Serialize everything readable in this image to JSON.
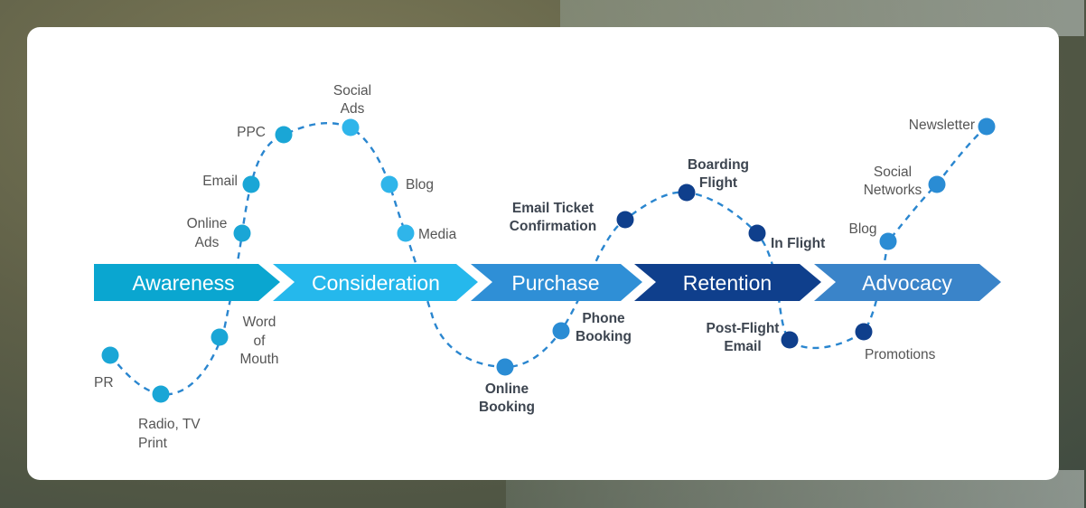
{
  "stages": [
    {
      "label": "Awareness",
      "color": "#0aa6d0"
    },
    {
      "label": "Consideration",
      "color": "#25b8ec"
    },
    {
      "label": "Purchase",
      "color": "#2f8fd6"
    },
    {
      "label": "Retention",
      "color": "#0f3f8c"
    },
    {
      "label": "Advocacy",
      "color": "#3a84c9"
    }
  ],
  "touchpoints": {
    "pr": "PR",
    "radio_line1": "Radio, TV",
    "radio_line2": "Print",
    "wom_line1": "Word",
    "wom_line2": "of",
    "wom_line3": "Mouth",
    "online_ads_line1": "Online",
    "online_ads_line2": "Ads",
    "email": "Email",
    "ppc": "PPC",
    "social_ads_line1": "Social",
    "social_ads_line2": "Ads",
    "blog1": "Blog",
    "media": "Media",
    "online_booking_line1": "Online",
    "online_booking_line2": "Booking",
    "phone_booking_line1": "Phone",
    "phone_booking_line2": "Booking",
    "email_ticket_line1": "Email Ticket",
    "email_ticket_line2": "Confirmation",
    "boarding_line1": "Boarding",
    "boarding_line2": "Flight",
    "in_flight": "In Flight",
    "post_flight_line1": "Post-Flight",
    "post_flight_line2": "Email",
    "promotions": "Promotions",
    "blog2": "Blog",
    "social_networks_line1": "Social",
    "social_networks_line2": "Networks",
    "newsletter": "Newsletter"
  },
  "colors": {
    "cyan_dot": "#1aa6d6",
    "light_dot": "#2fb5ea",
    "mid_dot": "#2a8cd4",
    "dark_dot": "#0f3f8c",
    "dash": "#2a86cf"
  }
}
